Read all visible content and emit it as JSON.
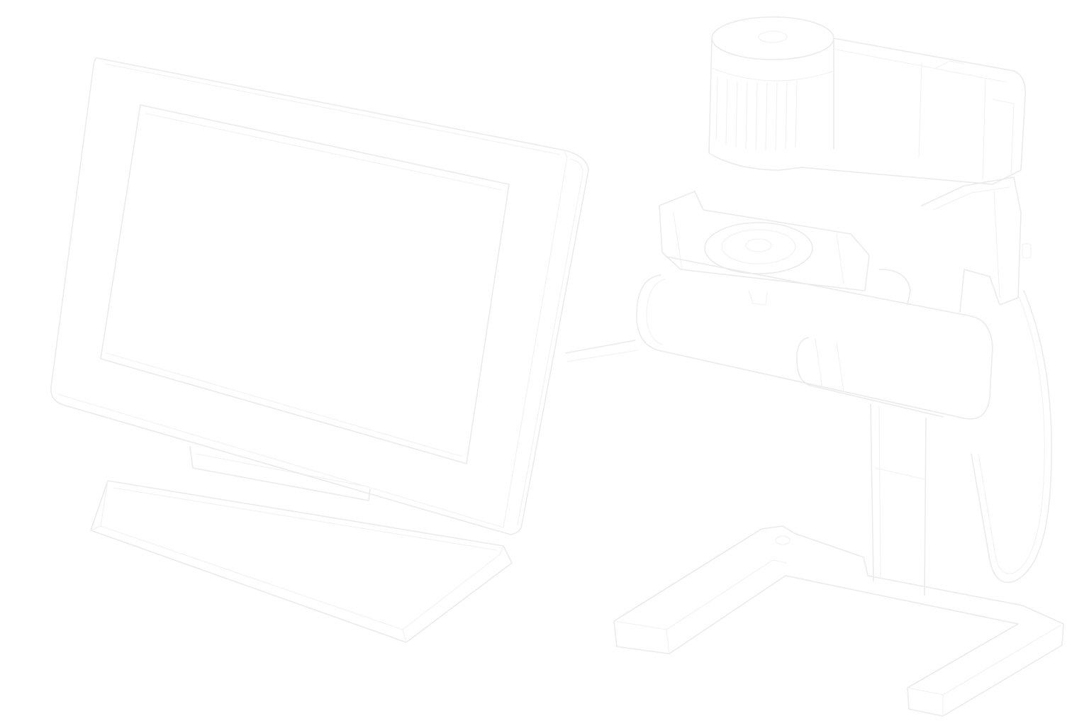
{
  "scene": {
    "style": "light-gray outline line drawing",
    "background_color": "#ffffff",
    "line_color": "#ebebeb",
    "objects": [
      {
        "name": "monitor",
        "icon": "display-monitor-on-stand"
      },
      {
        "name": "inspection-camera-stand",
        "icon": "camera-on-articulated-arm-with-base"
      }
    ]
  }
}
